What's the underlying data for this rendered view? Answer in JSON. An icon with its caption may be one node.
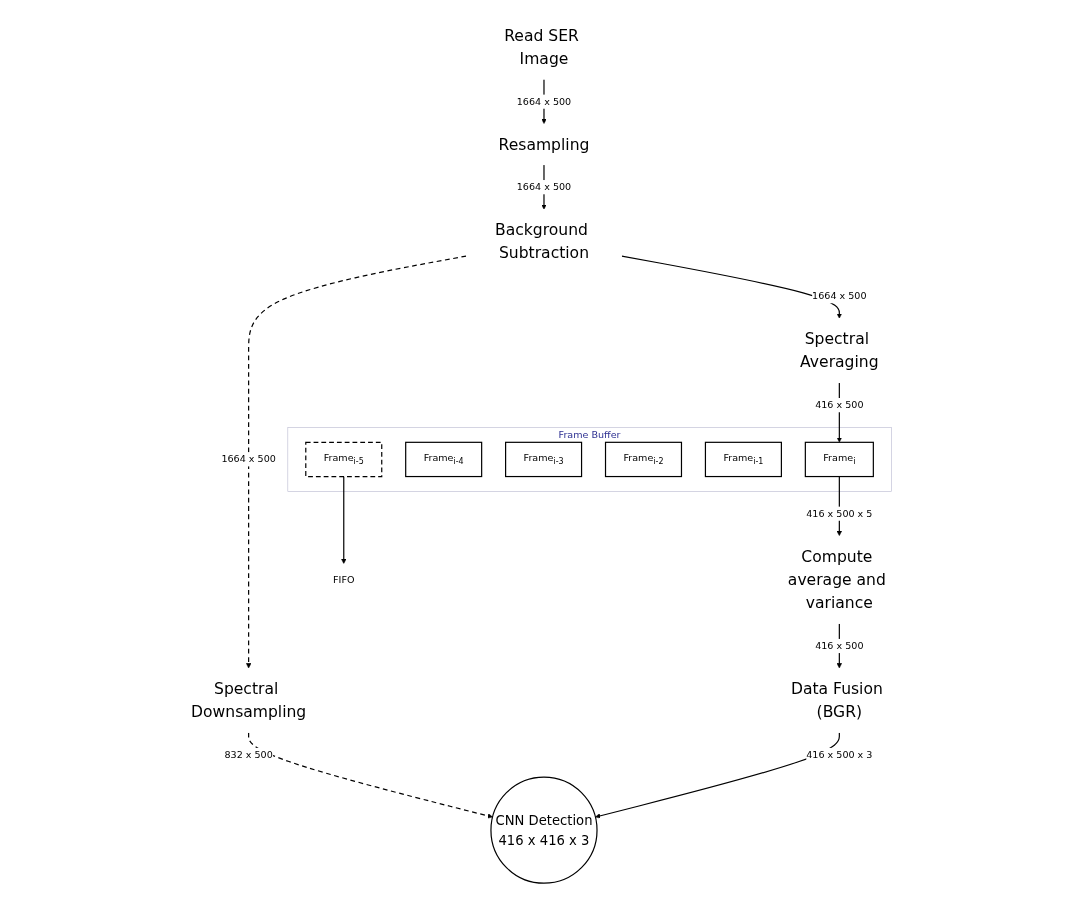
{
  "diagram": {
    "nodes": [
      {
        "text": [
          "Read SER Image"
        ]
      },
      {
        "text": [
          "Resampling"
        ]
      },
      {
        "text": [
          "Background Subtraction"
        ]
      },
      {
        "text": [
          "Spectral Downsampling"
        ]
      },
      {
        "text": [
          "Spectral Averaging"
        ]
      },
      {
        "text": [
          "Frame Buffer"
        ]
      },
      {
        "text": [
          "Frame$_{i-5}$"
        ],
        "in": 5
      },
      {
        "text": [
          "Frame$_{i-4}$"
        ],
        "in": 5
      },
      {
        "text": [
          "Frame$_{i-3}$"
        ],
        "in": 5
      },
      {
        "text": [
          "Frame$_{i-2}$"
        ],
        "in": 5
      },
      {
        "text": [
          "Frame$_{i-1}$"
        ],
        "in": 5
      },
      {
        "text": [
          "Frame$_{i}$"
        ],
        "in": 5
      },
      {
        "text": [
          "FIFO"
        ]
      },
      {
        "text": [
          "Compute average and variance"
        ]
      },
      {
        "text": [
          "Data Fusion (BGR)"
        ]
      },
      {
        "text": [
          "CNN Detection",
          "416 x 416 x 3"
        ]
      }
    ],
    "edges": [
      {
        "from": 0,
        "to": 1,
        "arrow": "to",
        "label": "1664 x 500"
      },
      {
        "from": 1,
        "to": 2,
        "arrow": "to",
        "label": "1664 x 500"
      },
      {
        "from": 2,
        "to": 3,
        "arrow": "to",
        "label": "1664 x 500",
        "style": "dashed"
      },
      {
        "from": 2,
        "to": 4,
        "arrow": "to",
        "label": "1664 x 500"
      },
      {
        "from": 4,
        "to": 11,
        "arrow": "to",
        "label": "416 x 500"
      },
      {
        "from": 6,
        "to": 12,
        "arrow": "to"
      },
      {
        "from": 11,
        "to": 13,
        "arrow": "to",
        "label": "416 x 500 x 5"
      },
      {
        "from": 13,
        "to": 14,
        "arrow": "to",
        "label": "416 x 500"
      },
      {
        "from": 3,
        "to": 15,
        "arrow": "to",
        "label": "832 x 500",
        "style": "dashed"
      },
      {
        "from": 14,
        "to": 15,
        "arrow": "to",
        "label": "416 x 500 x 3"
      }
    ]
  }
}
